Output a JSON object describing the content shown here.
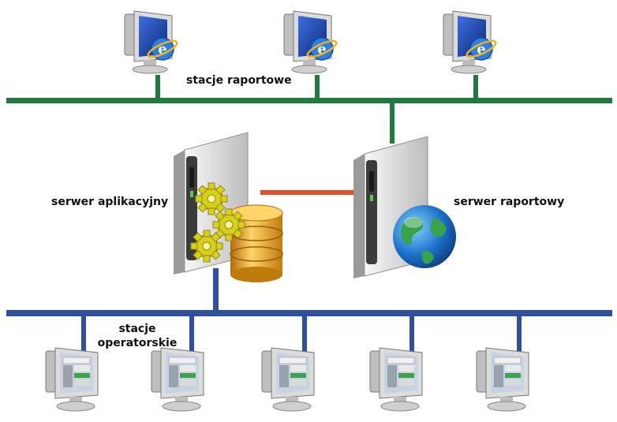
{
  "labels": {
    "report_stations": "stacje raportowe",
    "app_server": "serwer aplikacyjny",
    "report_server": "serwer raportowy",
    "operator_line1": "stacje",
    "operator_line2": "operatorskie"
  },
  "colors": {
    "report_bus": "#1f7a3f",
    "operator_bus": "#2f4fa3",
    "server_link": "#e2512a",
    "server_body": "#e6e6e6",
    "server_front": "#3b3b3b",
    "server_led": "#4cd23a",
    "gear": "#d8cf1c",
    "database": "#e3a21d",
    "monitor_screen": "#1c3f9d",
    "ie_logo": "#2f7fe0"
  },
  "icons": {
    "report_station": "monitor-ie-icon",
    "operator_station": "monitor-hmi-icon",
    "app_server": "server-gears-database-icon",
    "report_server": "server-globe-icon"
  }
}
